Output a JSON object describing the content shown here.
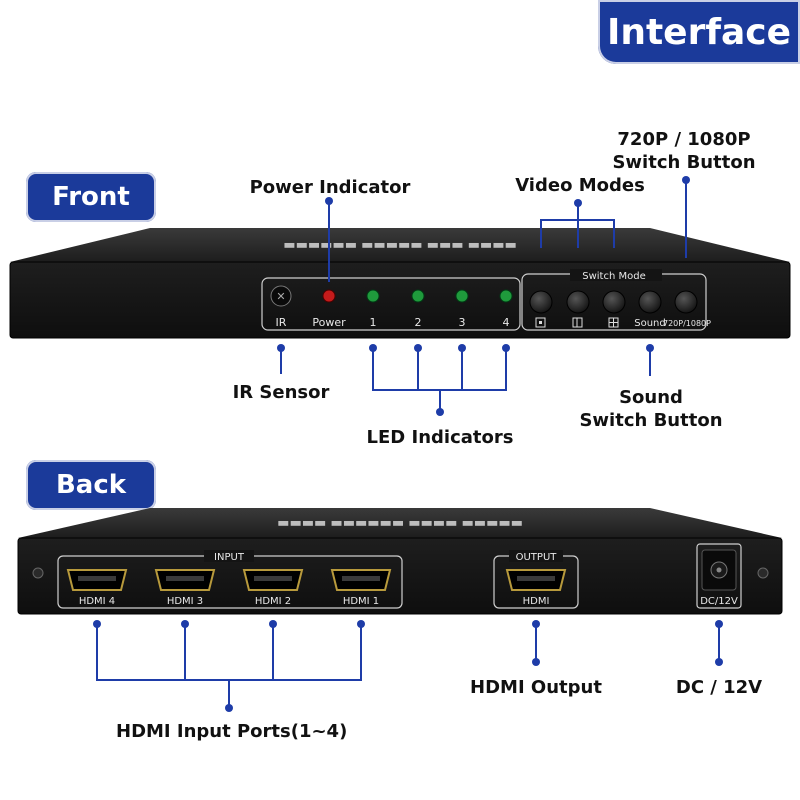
{
  "header": {
    "title": "Interface"
  },
  "front": {
    "badge": "Front",
    "labels": {
      "power_indicator": "Power Indicator",
      "video_modes": "Video Modes",
      "res_button_line1": "720P / 1080P",
      "res_button_line2": "Switch Button",
      "ir_sensor": "IR Sensor",
      "led_indicators": "LED Indicators",
      "sound_line1": "Sound",
      "sound_line2": "Switch Button"
    },
    "panel": {
      "ir": "IR",
      "power": "Power",
      "led_1": "1",
      "led_2": "2",
      "led_3": "3",
      "led_4": "4",
      "switch_mode": "Switch Mode",
      "sound": "Sound",
      "res_label": "720P/1080P"
    }
  },
  "back": {
    "badge": "Back",
    "labels": {
      "hdmi_inputs": "HDMI Input Ports(1~4)",
      "hdmi_output": "HDMI Output",
      "dc": "DC / 12V"
    },
    "panel": {
      "input": "INPUT",
      "hdmi_4": "HDMI 4",
      "hdmi_3": "HDMI 3",
      "hdmi_2": "HDMI 2",
      "hdmi_1": "HDMI 1",
      "output": "OUTPUT",
      "hdmi_out": "HDMI",
      "dc": "DC/12V"
    }
  },
  "colors": {
    "badge_bg": "#1b3a9a",
    "callout": "#1e3ca8",
    "device": "#141414",
    "led_power": "#c41b1b",
    "led_green": "#1f9a3c"
  }
}
